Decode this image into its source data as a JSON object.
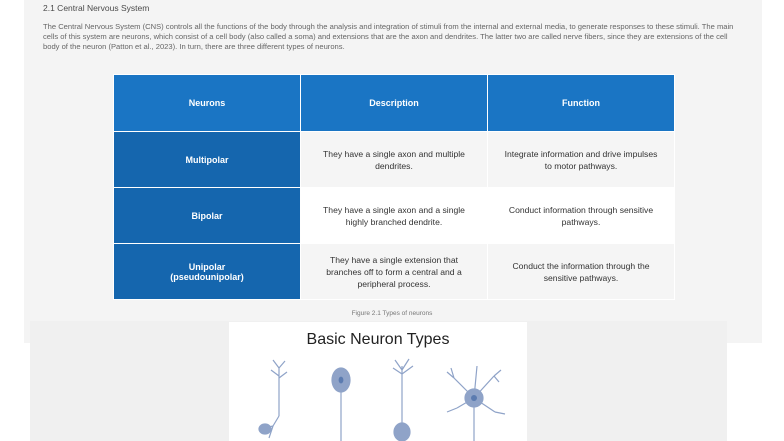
{
  "section": {
    "heading": "2.1 Central Nervous System",
    "paragraph": "The Central Nervous System (CNS) controls all the functions of the body through the analysis and integration of stimuli from the internal and external media, to generate responses to these stimuli. The main cells of this system are neurons, which consist of a cell body (also called a soma) and extensions that are the axon and dendrites. The latter two are called nerve fibers, since they are extensions of the cell body of the neuron (Patton et al., 2023). In turn, there are three different types of neurons."
  },
  "table": {
    "headers": [
      "Neurons",
      "Description",
      "Function"
    ],
    "rows": [
      {
        "type": "Multipolar",
        "description": "They have a single axon and multiple dendrites.",
        "function": "Integrate information and drive impulses to motor pathways."
      },
      {
        "type": "Bipolar",
        "description": "They have a single axon and a single highly branched dendrite.",
        "function": "Conduct information through sensitive pathways."
      },
      {
        "type": "Unipolar (pseudounipolar)",
        "description": "They have a single extension that branches off to form a central and a peripheral process.",
        "function": "Conduct the information through the sensitive pathways."
      }
    ]
  },
  "figure": {
    "caption": "Figure 2.1 Types of neurons",
    "title": "Basic Neuron Types"
  },
  "colors": {
    "header_blue": "#1a75c4",
    "row_blue": "#1566ae",
    "neuron_fill": "#8fa3c8"
  }
}
